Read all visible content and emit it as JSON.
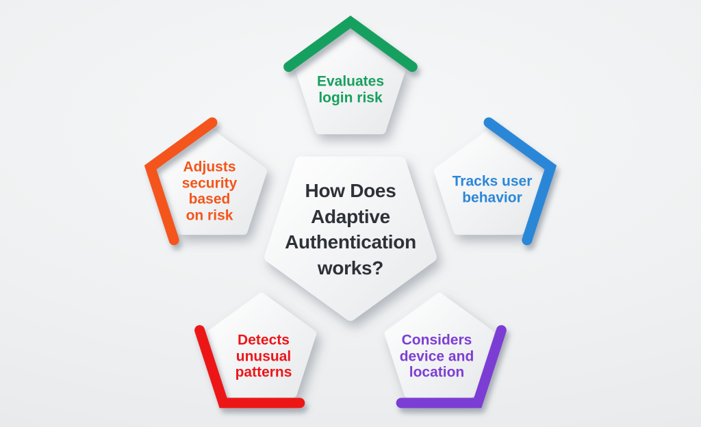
{
  "title": {
    "text": "How Does\nAdaptive\nAuthentication\nworks?",
    "color": "#2e3138"
  },
  "nodes": [
    {
      "id": "evaluates-login-risk",
      "label": "Evaluates\nlogin risk",
      "color": "#18a05f"
    },
    {
      "id": "adjusts-security-on-risk",
      "label": "Adjusts\nsecurity\nbased\non risk",
      "color": "#f4551a"
    },
    {
      "id": "tracks-user-behavior",
      "label": "Tracks user\nbehavior",
      "color": "#2b87d8"
    },
    {
      "id": "detects-unusual-patterns",
      "label": "Detects\nunusual\npatterns",
      "color": "#ed1519"
    },
    {
      "id": "considers-device-location",
      "label": "Considers\ndevice and\nlocation",
      "color": "#7c3ed4"
    }
  ],
  "background": "#eef0f1"
}
